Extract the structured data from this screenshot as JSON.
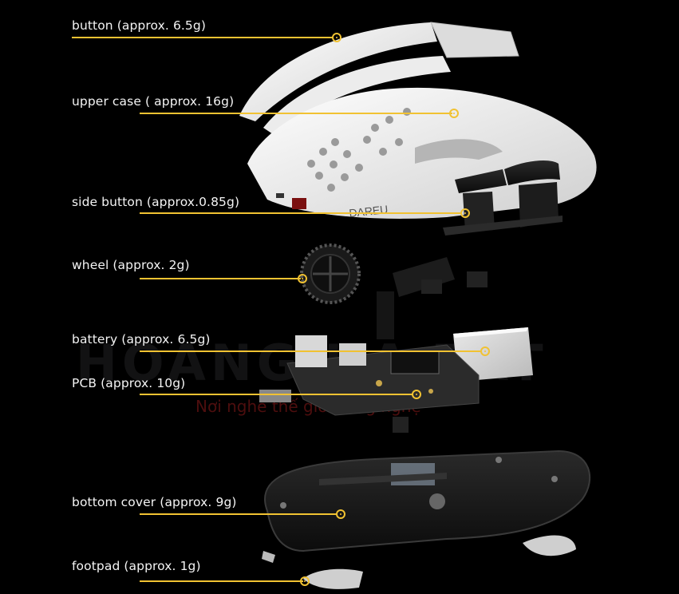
{
  "image": {
    "description_colors": {
      "background": "#000000",
      "accent": "#f1c232",
      "shell": "#f2f2f2"
    }
  },
  "callouts": [
    {
      "label": "button (approx. 6.5g)"
    },
    {
      "label": "upper case ( approx. 16g)"
    },
    {
      "label": "side button (approx.0.85g)"
    },
    {
      "label": "wheel (approx. 2g)"
    },
    {
      "label": "battery (approx. 6.5g)"
    },
    {
      "label": "PCB (approx. 10g)"
    },
    {
      "label": "bottom cover (approx. 9g)"
    },
    {
      "label": "footpad (approx. 1g)"
    }
  ],
  "brand_text": "DAREU",
  "watermark": {
    "main": "HOANG HA TAT",
    "sub": "Nơi nghe thế giới công nghệ"
  }
}
